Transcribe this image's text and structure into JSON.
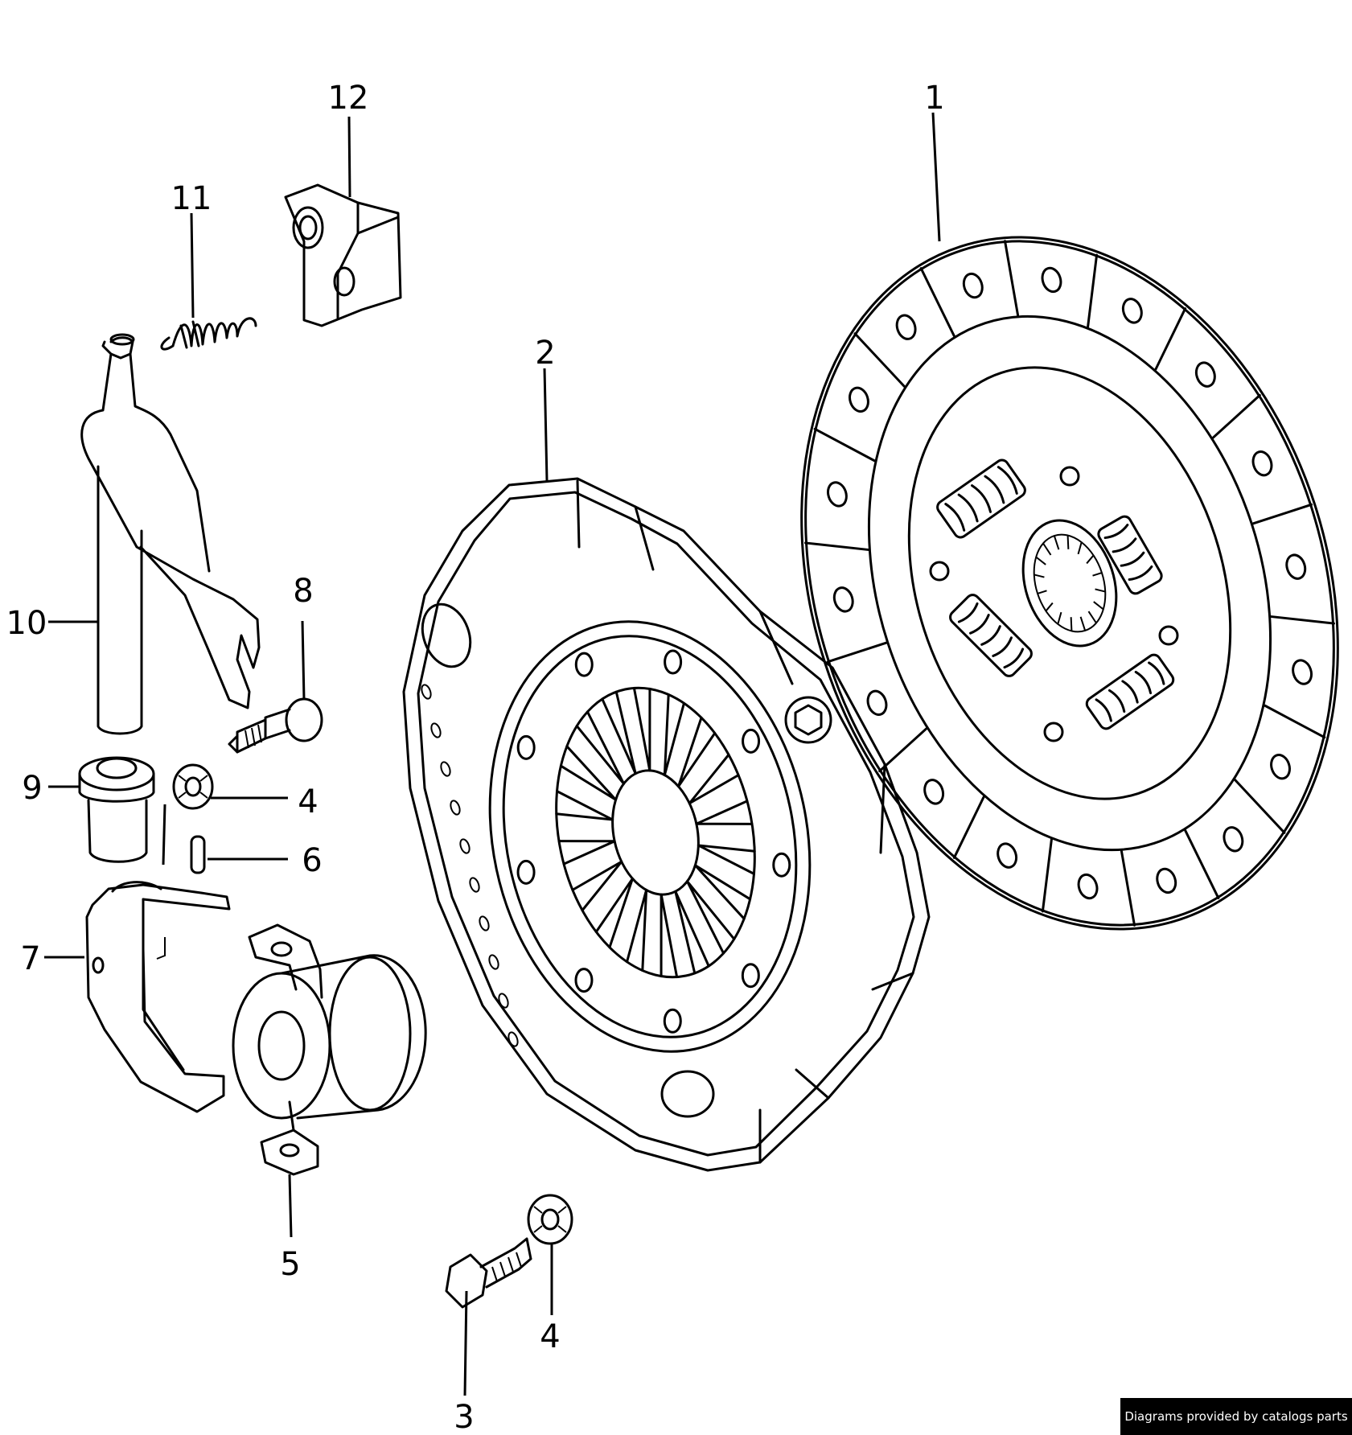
{
  "callouts": {
    "c1": "1",
    "c2": "2",
    "c3": "3",
    "c4a": "4",
    "c4b": "4",
    "c5": "5",
    "c6": "6",
    "c7": "7",
    "c8": "8",
    "c9": "9",
    "c10": "10",
    "c11": "11",
    "c12": "12"
  },
  "credit": "Diagrams provided by catalogs parts"
}
